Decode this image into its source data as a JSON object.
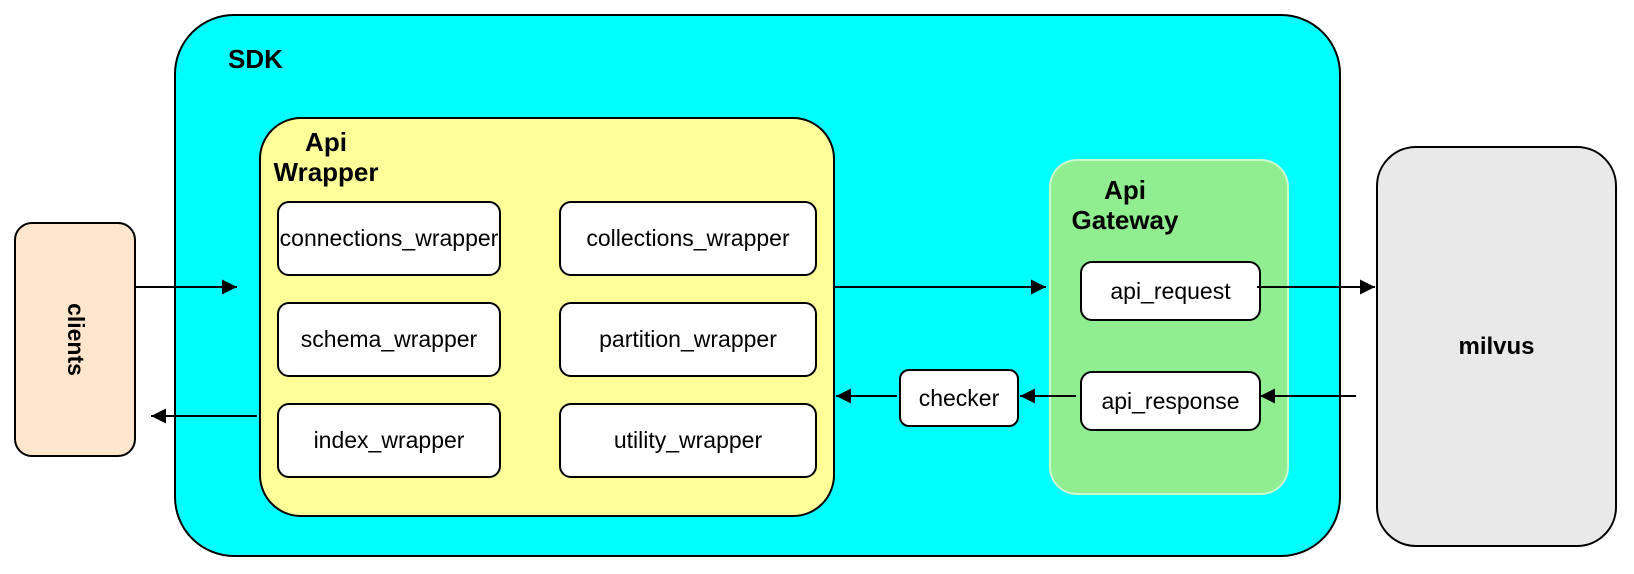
{
  "diagram": {
    "clients": {
      "label": "clients"
    },
    "sdk": {
      "label": "SDK"
    },
    "api_wrapper": {
      "label": "Api\nWrapper",
      "boxes": [
        "connections_wrapper",
        "collections_wrapper",
        "schema_wrapper",
        "partition_wrapper",
        "index_wrapper",
        "utility_wrapper"
      ]
    },
    "checker": {
      "label": "checker"
    },
    "api_gateway": {
      "label": "Api\nGateway",
      "boxes": [
        "api_request",
        "api_response"
      ]
    },
    "milvus": {
      "label": "milvus"
    },
    "colors": {
      "sdk_fill": "#00ffff",
      "api_wrapper_fill": "#ffff99",
      "api_gateway_fill": "#90ee90",
      "clients_fill": "#ffe6cc",
      "milvus_fill": "#e9e9e9",
      "inner_box_fill": "#ffffff",
      "stroke": "#000000"
    }
  }
}
